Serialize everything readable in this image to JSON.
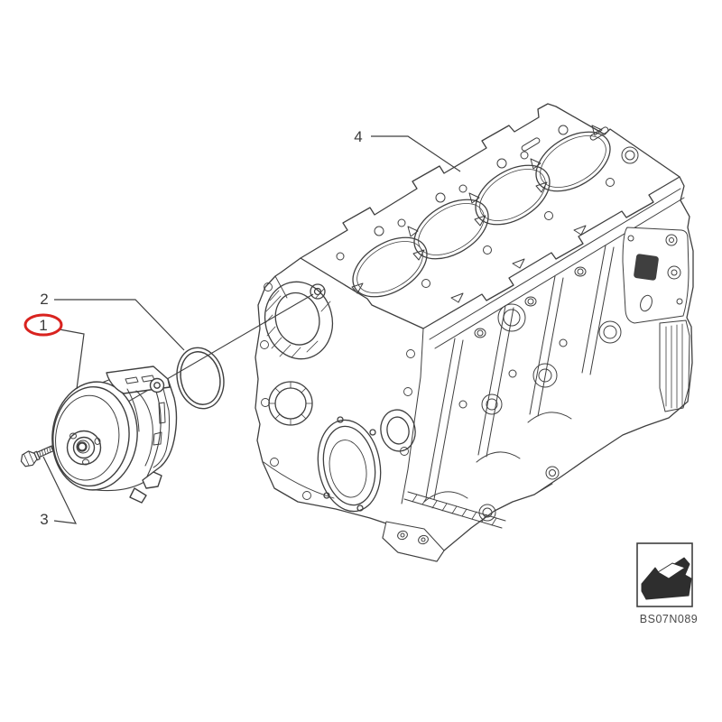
{
  "diagram": {
    "type": "exploded-parts-diagram",
    "drawing_code": "BS07N089",
    "callouts": [
      {
        "number": "1",
        "highlighted": true
      },
      {
        "number": "2",
        "highlighted": false
      },
      {
        "number": "3",
        "highlighted": false
      },
      {
        "number": "4",
        "highlighted": false
      }
    ],
    "corner_icon": "direction-arrow",
    "colors": {
      "line": "#3f3f3f",
      "highlight": "#d9231f",
      "background": "#ffffff",
      "icon": "#2e2e2e"
    }
  }
}
